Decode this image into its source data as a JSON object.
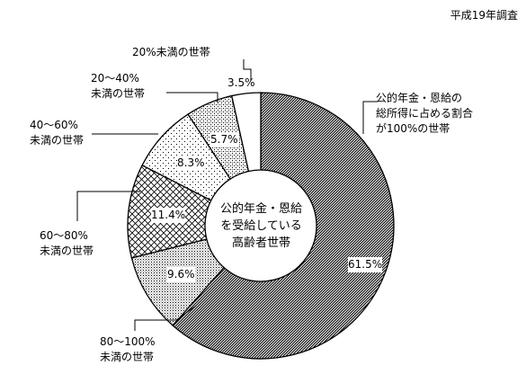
{
  "survey_note": "平成19年調査",
  "colors": {
    "ink": "#000000",
    "background": "#ffffff"
  },
  "chart_data": {
    "type": "pie",
    "donut": true,
    "center_label_lines": [
      "公的年金・恩給",
      "を受給している",
      "高齢者世帯"
    ],
    "slices": [
      {
        "label_lines": [
          "公的年金・恩給の",
          "総所得に占める割合",
          "が100%の世帯"
        ],
        "value": 61.5,
        "value_label": "61.5%",
        "fill": "diagonal-dense"
      },
      {
        "label_lines": [
          "80～100%",
          "未満の世帯"
        ],
        "value": 9.6,
        "value_label": "9.6%",
        "fill": "fine-dots"
      },
      {
        "label_lines": [
          "60～80%",
          "未満の世帯"
        ],
        "value": 11.4,
        "value_label": "11.4%",
        "fill": "crosshatch"
      },
      {
        "label_lines": [
          "40～60%",
          "未満の世帯"
        ],
        "value": 8.3,
        "value_label": "8.3%",
        "fill": "sparse-dots"
      },
      {
        "label_lines": [
          "20～40%",
          "未満の世帯"
        ],
        "value": 5.7,
        "value_label": "5.7%",
        "fill": "dense-dots"
      },
      {
        "label_lines": [
          "20%未満の世帯"
        ],
        "value": 3.5,
        "value_label": "3.5%",
        "fill": "white"
      }
    ]
  }
}
